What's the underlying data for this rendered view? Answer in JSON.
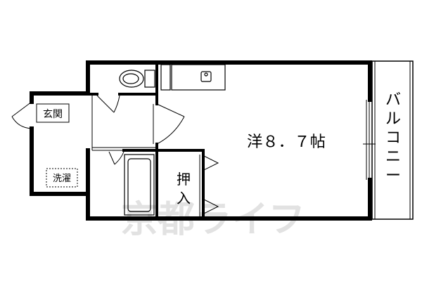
{
  "rooms": {
    "main_room": "洋８．７帖",
    "balcony": "バルコニー",
    "entrance": "玄関",
    "laundry": "洗濯",
    "closet": "押入"
  },
  "watermark": "京都ライフ"
}
